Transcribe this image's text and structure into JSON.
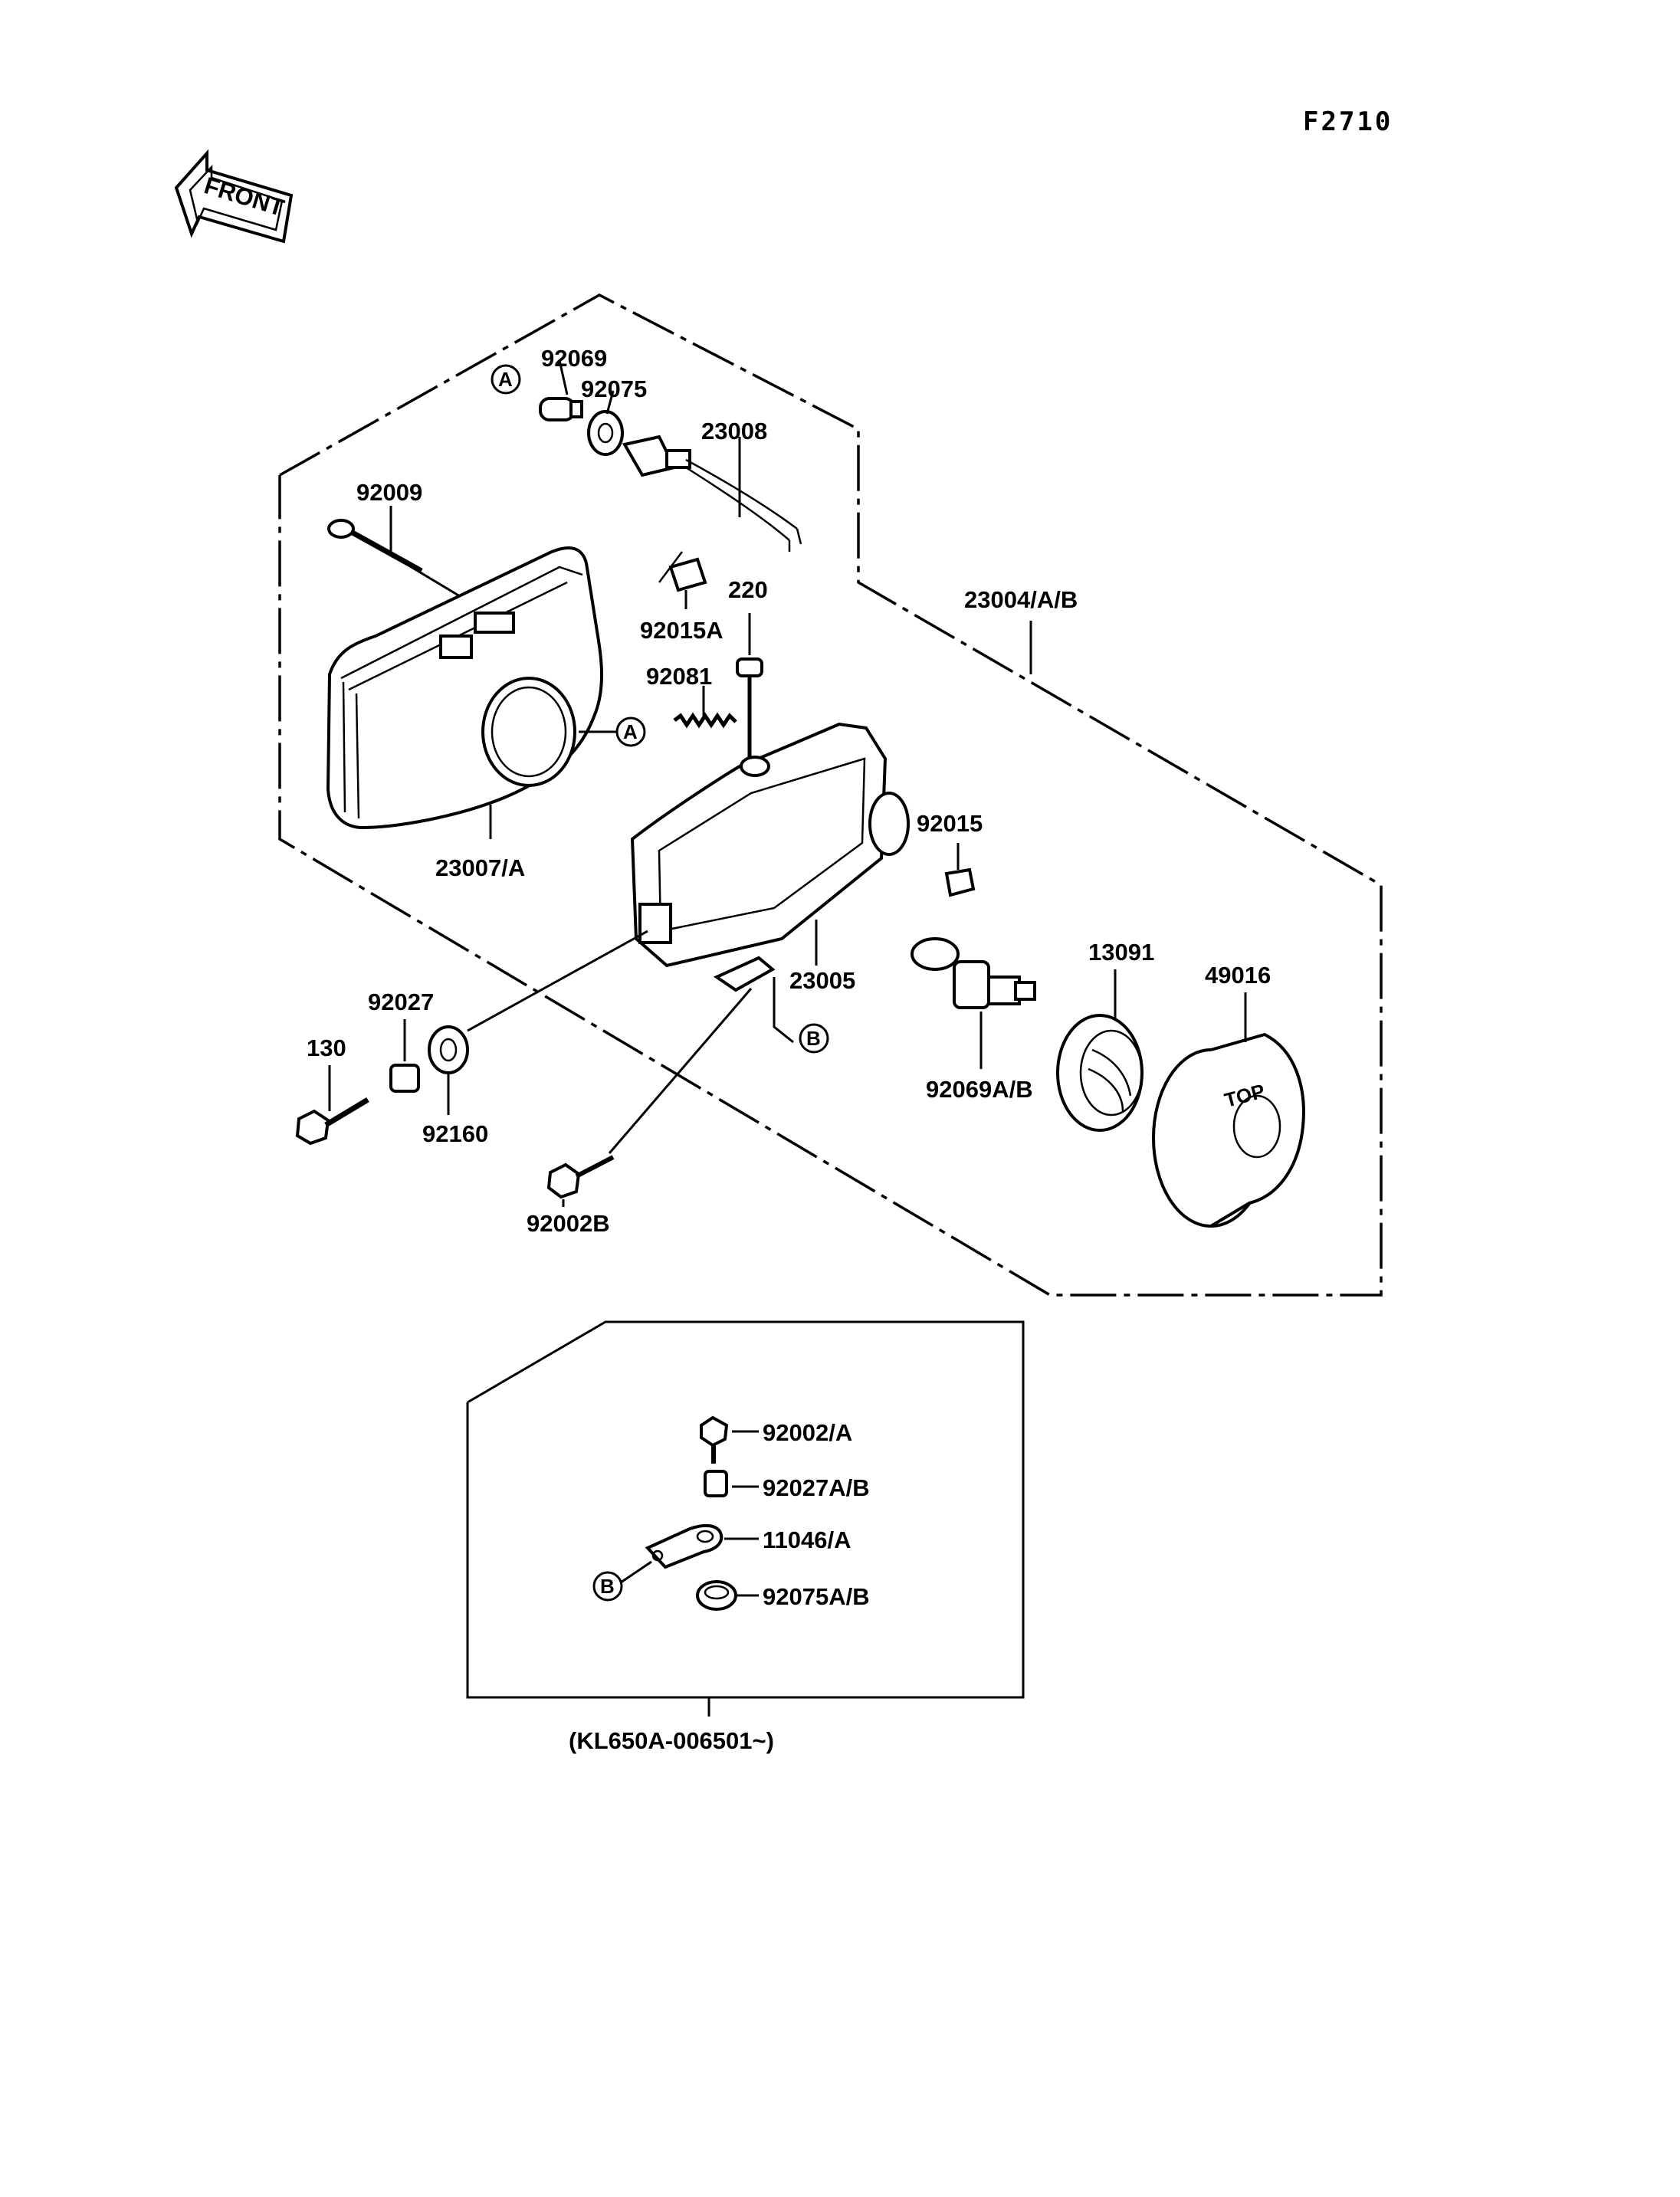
{
  "figure_code": "F2710",
  "front_arrow_label": "FRONT",
  "callouts": {
    "A": "A",
    "B": "B"
  },
  "labels": {
    "p92069": "92069",
    "p92075": "92075",
    "p23008": "23008",
    "p92009": "92009",
    "p220": "220",
    "p92015A": "92015A",
    "p23004AB": "23004/A/B",
    "p92081": "92081",
    "p92015": "92015",
    "p23007A": "23007/A",
    "p23005": "23005",
    "p13091": "13091",
    "p49016": "49016",
    "p92027": "92027",
    "p130": "130",
    "p92160": "92160",
    "p92002B": "92002B",
    "p92069AB": "92069A/B"
  },
  "inset": {
    "labels": {
      "p92002A": "92002/A",
      "p92027AB": "92027A/B",
      "p11046A": "11046/A",
      "p92075AB": "92075A/B"
    },
    "serial_note": "(KL650A-006501~)"
  }
}
